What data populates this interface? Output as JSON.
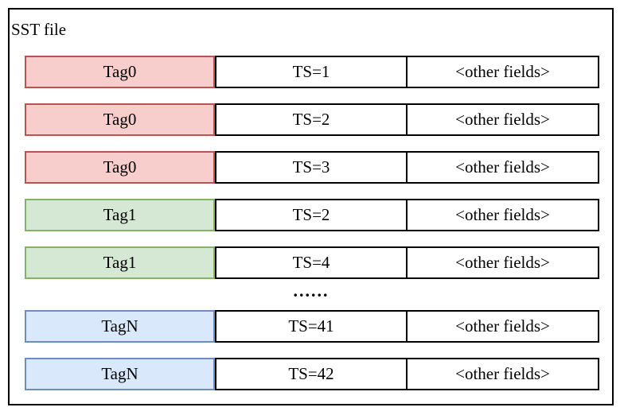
{
  "title": "SST file",
  "ellipsis": "......",
  "colors": {
    "outer_border": "#000000",
    "cell_border": "#000000",
    "tag0_fill": "#f8cecc",
    "tag0_border": "#b85450",
    "tag1_fill": "#d5e8d4",
    "tag1_border": "#82b366",
    "tagN_fill": "#dae8fc",
    "tagN_border": "#6c8ebf"
  },
  "rows": [
    {
      "tag": "Tag0",
      "ts": "TS=1",
      "other": "<other fields>",
      "group": "tag0"
    },
    {
      "tag": "Tag0",
      "ts": "TS=2",
      "other": "<other fields>",
      "group": "tag0"
    },
    {
      "tag": "Tag0",
      "ts": "TS=3",
      "other": "<other fields>",
      "group": "tag0"
    },
    {
      "tag": "Tag1",
      "ts": "TS=2",
      "other": "<other fields>",
      "group": "tag1"
    },
    {
      "tag": "Tag1",
      "ts": "TS=4",
      "other": "<other fields>",
      "group": "tag1"
    },
    {
      "tag": "TagN",
      "ts": "TS=41",
      "other": "<other fields>",
      "group": "tagN"
    },
    {
      "tag": "TagN",
      "ts": "TS=42",
      "other": "<other fields>",
      "group": "tagN"
    }
  ]
}
